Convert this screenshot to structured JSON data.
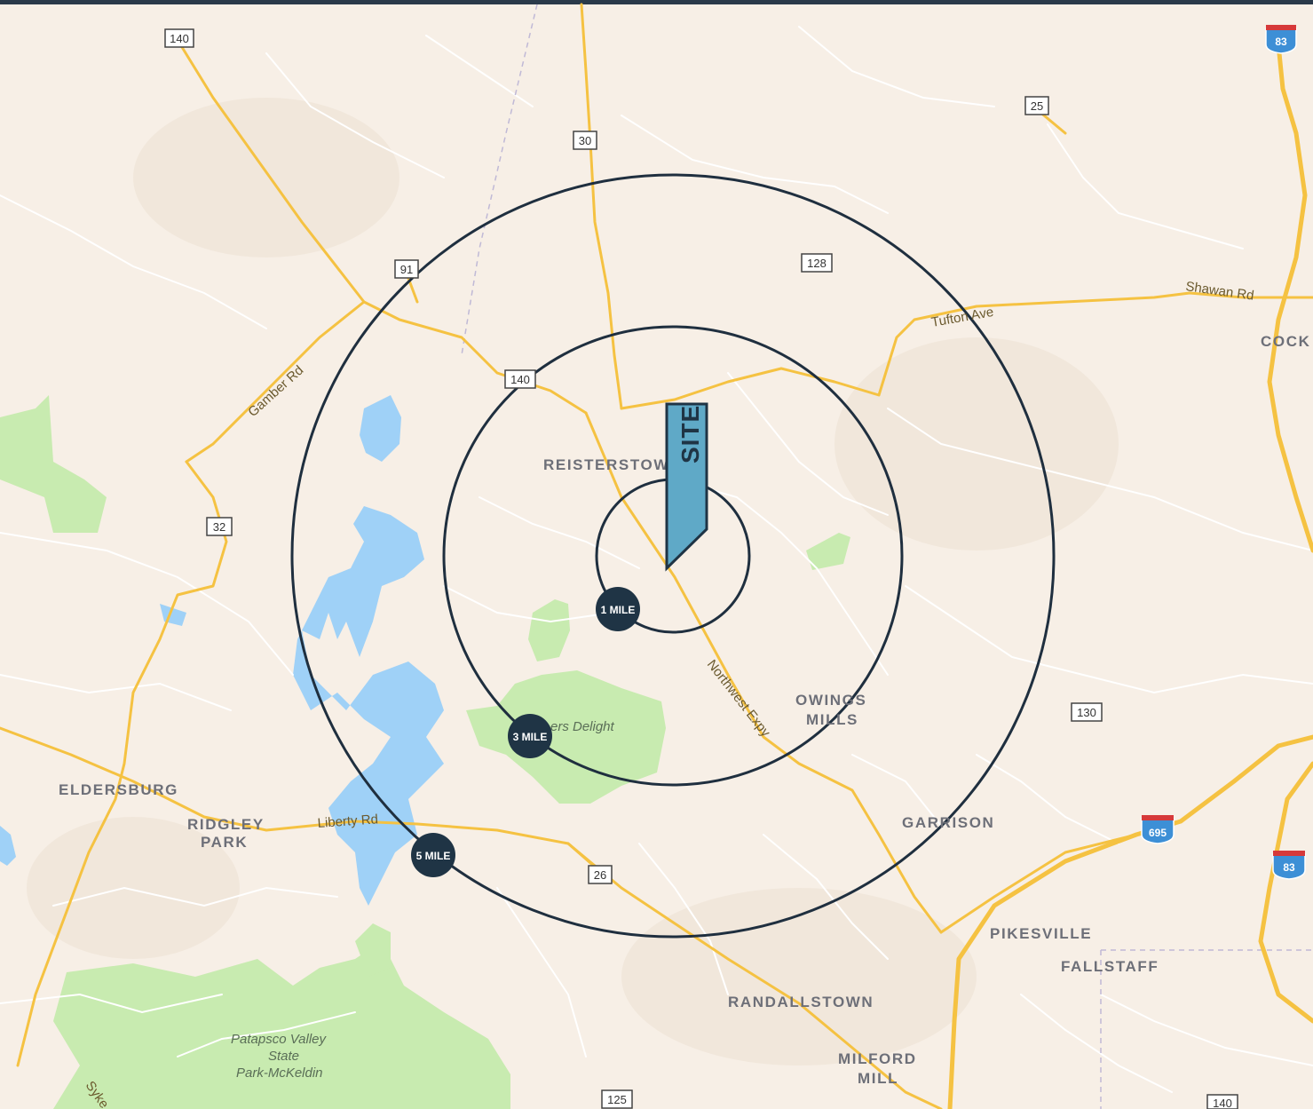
{
  "map": {
    "places": [
      {
        "name": "REISTERSTOWN"
      },
      {
        "name": "OWINGS"
      },
      {
        "name": "MILLS"
      },
      {
        "name": "ELDERSBURG"
      },
      {
        "name": "RIDGLEY"
      },
      {
        "name": "PARK"
      },
      {
        "name": "GARRISON"
      },
      {
        "name": "PIKESVILLE"
      },
      {
        "name": "FALLSTAFF"
      },
      {
        "name": "RANDALLSTOWN"
      },
      {
        "name": "MILFORD"
      },
      {
        "name": "MILL"
      },
      {
        "name": "COCK"
      }
    ],
    "roads": [
      {
        "name": "Gamber Rd"
      },
      {
        "name": "Tufton Ave"
      },
      {
        "name": "Shawan Rd"
      },
      {
        "name": "Northwest Expy"
      },
      {
        "name": "Liberty Rd"
      },
      {
        "name": "Syke"
      }
    ],
    "parks": [
      {
        "name": "ers Delight"
      },
      {
        "name": "Patapsco Valley"
      },
      {
        "name": "State"
      },
      {
        "name": "Park-McKeldin"
      }
    ],
    "shields": [
      "140",
      "30",
      "25",
      "91",
      "128",
      "140",
      "32",
      "130",
      "26",
      "125",
      "140"
    ],
    "interstates": [
      "83",
      "695",
      "83"
    ],
    "rings": [
      {
        "label": "1 MILE",
        "miles": 1
      },
      {
        "label": "3 MILE",
        "miles": 3
      },
      {
        "label": "5 MILE",
        "miles": 5
      }
    ],
    "site_label": "SITE",
    "colors": {
      "land": "#f7efe6",
      "water": "#9fd1f7",
      "park": "#c8ebb0",
      "highway": "#f5c242",
      "ring": "#1f2f3f",
      "badge": "#1f3445",
      "site_marker": "#5fa9c7"
    }
  }
}
